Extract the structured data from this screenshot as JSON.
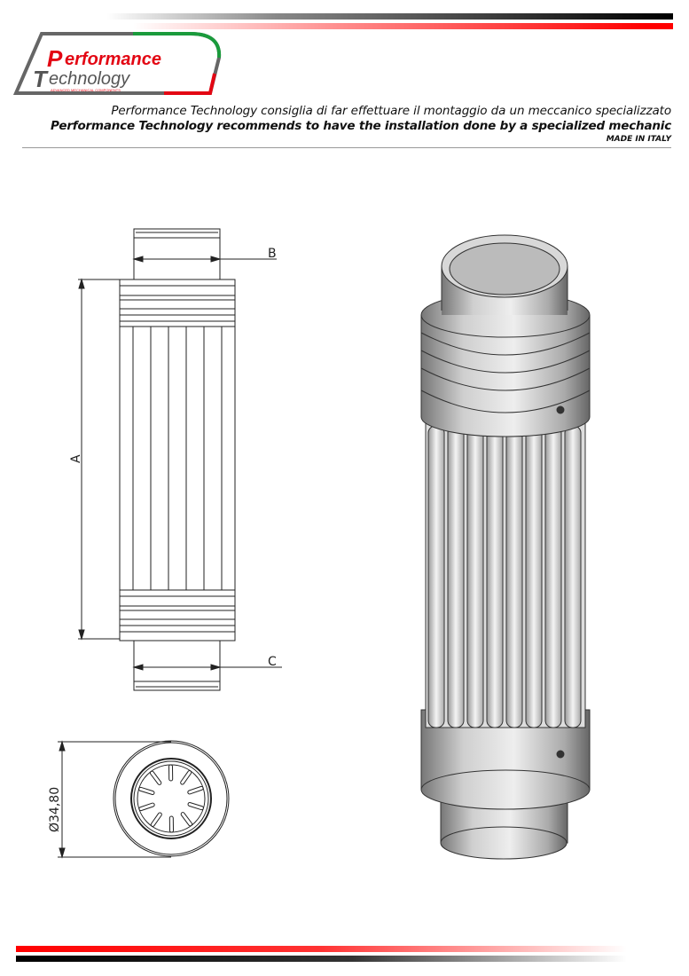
{
  "header": {
    "logo": {
      "line1": "Performance",
      "line2": "Technology",
      "tagline": "ADVANCED MECHANICAL COMPONENTS",
      "colors": {
        "red": "#e30613",
        "green": "#1a9b3c",
        "grey": "#666666"
      }
    },
    "notice_it": "Performance Technology consiglia di far effettuare il montaggio da un meccanico specializzato",
    "notice_en": "Performance Technology recommends to have the installation done by a specialized mechanic",
    "origin": "MADE IN ITALY"
  },
  "drawing": {
    "dim_a": "A",
    "dim_b": "B",
    "dim_c": "C",
    "diameter": "Ø34,80"
  },
  "colors": {
    "accent_red": "#ff0000",
    "line": "#222222"
  }
}
